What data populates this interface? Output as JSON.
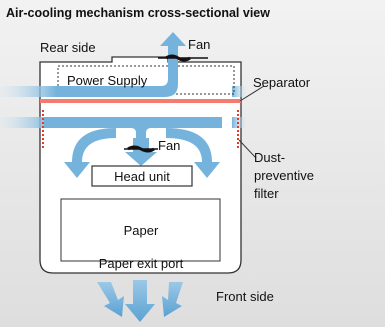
{
  "title": "Air-cooling mechanism cross-sectional view",
  "labels": {
    "rear_side": "Rear side",
    "fan_top": "Fan",
    "power_supply": "Power Supply",
    "separator": "Separator",
    "fan_middle": "Fan",
    "dust_filter_line1": "Dust-",
    "dust_filter_line2": "preventive",
    "dust_filter_line3": "filter",
    "head_unit": "Head unit",
    "paper": "Paper",
    "paper_exit_port": "Paper exit port",
    "front_side": "Front side"
  },
  "colors": {
    "background": "#e9e9e9",
    "airflow": "#76b3dc",
    "separator": "#f47b6e",
    "filter": "#e53a2a",
    "cabinet_fill": "#ffffff",
    "outline": "#333333"
  }
}
